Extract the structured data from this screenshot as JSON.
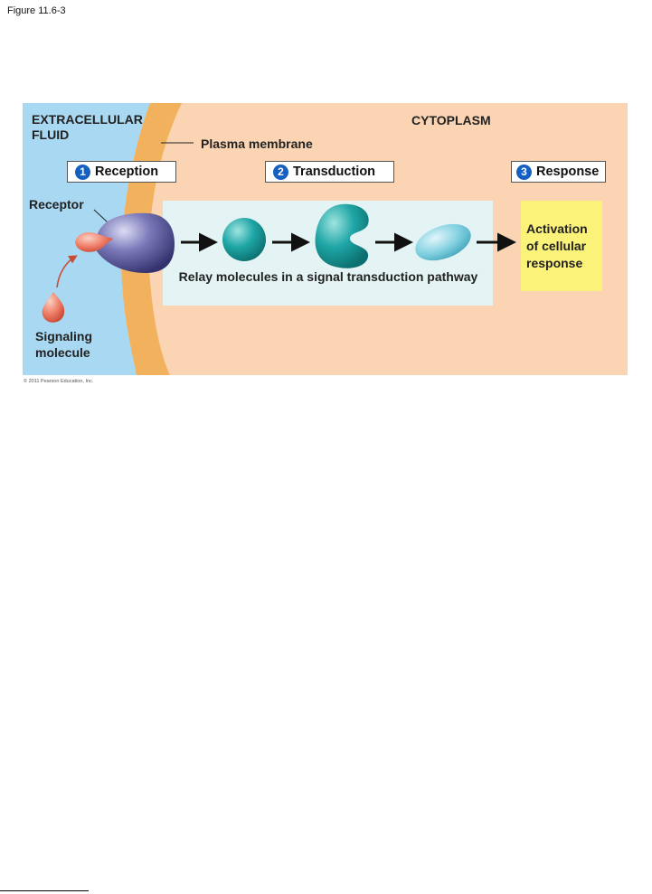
{
  "figure_label": "Figure 11.6-3",
  "labels": {
    "extracellular": "EXTRACELLULAR\nFLUID",
    "cytoplasm": "CYTOPLASM",
    "plasma_membrane": "Plasma membrane",
    "receptor": "Receptor",
    "signaling_molecule": "Signaling\nmolecule",
    "relay": "Relay molecules in a signal transduction pathway",
    "response": "Activation\nof cellular\nresponse"
  },
  "steps": [
    {
      "number": "1",
      "label": "Reception"
    },
    {
      "number": "2",
      "label": "Transduction"
    },
    {
      "number": "3",
      "label": "Response"
    }
  ],
  "credit": "© 2011 Pearson Education, Inc.",
  "colors": {
    "extracellular": "#a9d8f2",
    "membrane": "#f2b15c",
    "cytoplasm": "#fbd5b3",
    "relay_panel": "#e4f3f3",
    "response_box": "#fbf27a",
    "step_number": "#1560c0",
    "relay_molecule": "#1fa6a6",
    "receptor": "#5c5a9e",
    "signaling_molecule": "#f0806a"
  }
}
